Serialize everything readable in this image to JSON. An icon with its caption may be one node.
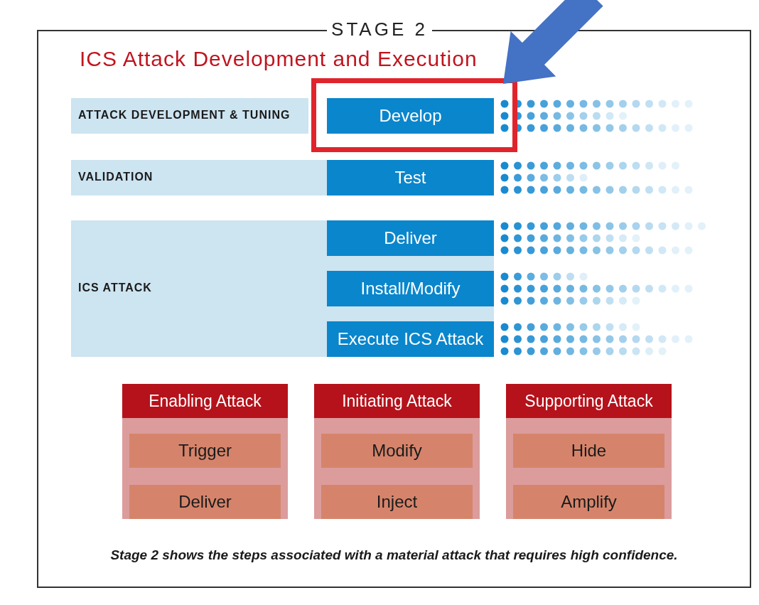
{
  "diagram": {
    "title": "ICS Attack Development and Execution",
    "caption": "Stage 2 shows the steps associated with a material attack that requires high confidence.",
    "nodes": [
      {
        "text": [
          "ATTACK DEVELOPMENT & TUNING"
        ]
      },
      {
        "text": [],
        "shape": "box"
      },
      {
        "text": [
          "Develop"
        ],
        "in": 1
      },
      {
        "text": [
          "VALIDATION"
        ]
      },
      {
        "text": [
          "Test"
        ],
        "in": 3
      },
      {
        "text": [
          "ICS ATTACK"
        ]
      },
      {
        "text": [
          "Deliver"
        ],
        "in": 5
      },
      {
        "text": [
          "Install/Modify"
        ],
        "in": 5
      },
      {
        "text": [
          "Execute ICS Attack"
        ],
        "in": 5
      },
      {
        "text": [
          "Enabling Attack"
        ]
      },
      {
        "text": [
          "Trigger"
        ],
        "in": 9
      },
      {
        "text": [
          "Deliver"
        ],
        "in": 9
      },
      {
        "text": [
          "Initiating Attack"
        ]
      },
      {
        "text": [
          "Modify"
        ],
        "in": 12
      },
      {
        "text": [
          "Inject"
        ],
        "in": 12
      },
      {
        "text": [
          "Supporting Attack"
        ]
      },
      {
        "text": [
          "Hide"
        ],
        "in": 15
      },
      {
        "text": [
          "Amplify"
        ],
        "in": 15
      }
    ],
    "edges": [
      {
        "from": null,
        "to": 1,
        "arrow": "to",
        "style": "thick",
        "color": "#4472c4"
      }
    ],
    "labels": [
      "STAGE 2"
    ]
  }
}
